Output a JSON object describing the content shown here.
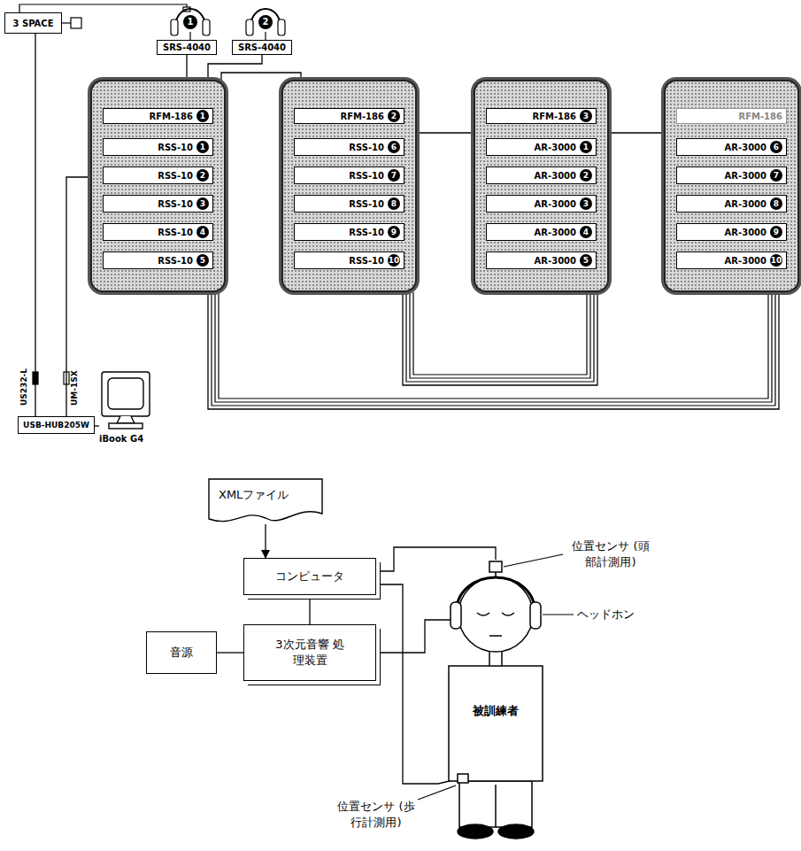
{
  "diagram": {
    "nodes": [
      {
        "text": [
          "3 SPACE"
        ]
      },
      {
        "text": [
          "SRS-4040"
        ]
      },
      {
        "text": [
          "SRS-4040"
        ]
      },
      {
        "text": [
          "RFM-186",
          "1"
        ]
      },
      {
        "text": [
          "RSS-10",
          "1"
        ],
        "in": 3
      },
      {
        "text": [
          "RSS-10",
          "2"
        ],
        "in": 3
      },
      {
        "text": [
          "RSS-10",
          "3"
        ],
        "in": 3
      },
      {
        "text": [
          "RSS-10",
          "4"
        ],
        "in": 3
      },
      {
        "text": [
          "RSS-10",
          "5"
        ],
        "in": 3
      },
      {
        "text": [
          "RFM-186",
          "2"
        ]
      },
      {
        "text": [
          "RSS-10",
          "6"
        ],
        "in": 9
      },
      {
        "text": [
          "RSS-10",
          "7"
        ],
        "in": 9
      },
      {
        "text": [
          "RSS-10",
          "8"
        ],
        "in": 9
      },
      {
        "text": [
          "RSS-10",
          "9"
        ],
        "in": 9
      },
      {
        "text": [
          "RSS-10",
          "10"
        ],
        "in": 9
      },
      {
        "text": [
          "RFM-186",
          "3"
        ]
      },
      {
        "text": [
          "AR-3000",
          "1"
        ],
        "in": 15
      },
      {
        "text": [
          "AR-3000",
          "2"
        ],
        "in": 15
      },
      {
        "text": [
          "AR-3000",
          "3"
        ],
        "in": 15
      },
      {
        "text": [
          "AR-3000",
          "4"
        ],
        "in": 15
      },
      {
        "text": [
          "AR-3000",
          "5"
        ],
        "in": 15
      },
      {
        "text": [
          "RFM-186"
        ]
      },
      {
        "text": [
          "AR-3000",
          "6"
        ],
        "in": 21
      },
      {
        "text": [
          "AR-3000",
          "7"
        ],
        "in": 21
      },
      {
        "text": [
          "AR-3000",
          "8"
        ],
        "in": 21
      },
      {
        "text": [
          "AR-3000",
          "9"
        ],
        "in": 21
      },
      {
        "text": [
          "AR-3000",
          "10"
        ],
        "in": 21
      },
      {
        "text": [
          "USB-HUB205W"
        ]
      },
      {
        "text": [
          "iBook G4"
        ]
      },
      {
        "text": [
          "XMLファイル"
        ]
      },
      {
        "text": [
          "コンピュータ"
        ]
      },
      {
        "text": [
          "音源"
        ]
      },
      {
        "text": [
          "3次元音響 処理装置"
        ]
      },
      {
        "text": [
          "被訓練者"
        ]
      }
    ],
    "edges": [
      {
        "from": 0,
        "to": 27,
        "arrow": "none"
      },
      {
        "from": 27,
        "to": 3,
        "arrow": "none"
      },
      {
        "from": 27,
        "to": 28,
        "arrow": "none"
      },
      {
        "from": 1,
        "to": 3,
        "arrow": "none"
      },
      {
        "from": 2,
        "to": 3,
        "arrow": "none"
      },
      {
        "from": 3,
        "to": 9,
        "arrow": "none"
      },
      {
        "from": 9,
        "to": 15,
        "arrow": "none"
      },
      {
        "from": 15,
        "to": 21,
        "arrow": "none"
      },
      {
        "from": 3,
        "to": 21,
        "arrow": "none"
      },
      {
        "from": 9,
        "to": 15,
        "arrow": "none"
      },
      {
        "from": 29,
        "to": 30,
        "arrow": "to"
      },
      {
        "from": 30,
        "to": 32,
        "arrow": "none"
      },
      {
        "from": 31,
        "to": 32,
        "arrow": "none"
      },
      {
        "from": 32,
        "to": 33,
        "arrow": "none"
      },
      {
        "from": 30,
        "to": 33,
        "arrow": "none"
      },
      {
        "from": 30,
        "to": 33,
        "arrow": "none"
      }
    ],
    "labels": [
      "1",
      "2",
      "US232-L",
      "UM-1SX",
      "位置センサ (頭部計測用)",
      "ヘッドホン",
      "位置センサ (歩行計測用)"
    ]
  }
}
